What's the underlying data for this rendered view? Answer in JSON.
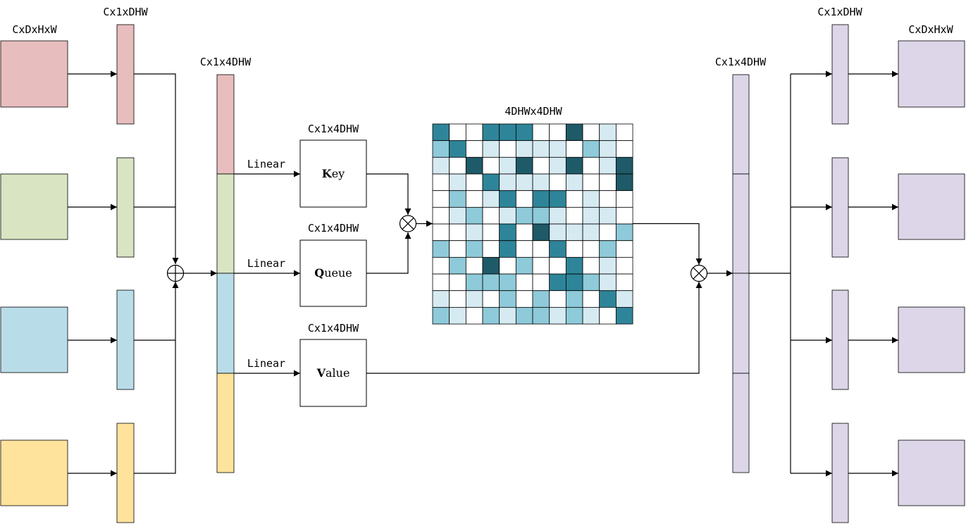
{
  "labels": {
    "input_shape": "CxDxHxW",
    "flat_shape": "Cx1xDHW",
    "concat_shape": "Cx1x4DHW",
    "attn_shape": "4DHWx4DHW",
    "key_shape": "Cx1x4DHW",
    "query_shape": "Cx1x4DHW",
    "value_shape": "Cx1x4DHW",
    "out_concat_shape": "Cx1x4DHW",
    "out_flat_shape": "Cx1xDHW",
    "out_shape": "CxDxHxW"
  },
  "linear": {
    "key": "Linear",
    "query": "Linear",
    "value": "Linear"
  },
  "projections": {
    "key": {
      "bold": "K",
      "rest": "ey"
    },
    "query": {
      "bold": "Q",
      "rest": "ueue"
    },
    "value": {
      "bold": "V",
      "rest": "alue"
    }
  },
  "colors": {
    "input1": "#e8bdbd",
    "input2": "#d8e4c2",
    "input3": "#b9dde8",
    "input4": "#fde39c",
    "output": "#dcd6e8",
    "attn_light": "#d6eaf2",
    "attn_mid": "#8ecad9",
    "attn_strong": "#2e8599",
    "attn_dark": "#1f5a68",
    "attn_empty": "#ffffff"
  },
  "attention_matrix": [
    [
      3,
      0,
      0,
      3,
      3,
      3,
      0,
      0,
      4,
      0,
      1,
      0
    ],
    [
      2,
      3,
      0,
      1,
      0,
      1,
      1,
      1,
      0,
      2,
      1,
      0
    ],
    [
      1,
      0,
      4,
      0,
      1,
      4,
      0,
      1,
      4,
      0,
      1,
      4
    ],
    [
      0,
      1,
      0,
      3,
      1,
      1,
      1,
      0,
      1,
      0,
      0,
      4
    ],
    [
      0,
      2,
      0,
      1,
      3,
      0,
      3,
      3,
      0,
      1,
      0,
      0
    ],
    [
      0,
      1,
      2,
      0,
      1,
      2,
      2,
      1,
      0,
      1,
      1,
      0
    ],
    [
      0,
      0,
      1,
      0,
      3,
      0,
      4,
      1,
      1,
      1,
      0,
      2
    ],
    [
      2,
      0,
      2,
      0,
      3,
      0,
      0,
      3,
      0,
      0,
      2,
      0
    ],
    [
      0,
      2,
      0,
      4,
      0,
      2,
      0,
      0,
      3,
      0,
      1,
      0
    ],
    [
      0,
      0,
      2,
      2,
      2,
      0,
      0,
      3,
      3,
      2,
      1,
      0
    ],
    [
      1,
      0,
      1,
      0,
      2,
      0,
      2,
      0,
      2,
      0,
      3,
      1
    ],
    [
      2,
      1,
      0,
      2,
      1,
      2,
      2,
      1,
      2,
      1,
      0,
      3
    ]
  ]
}
